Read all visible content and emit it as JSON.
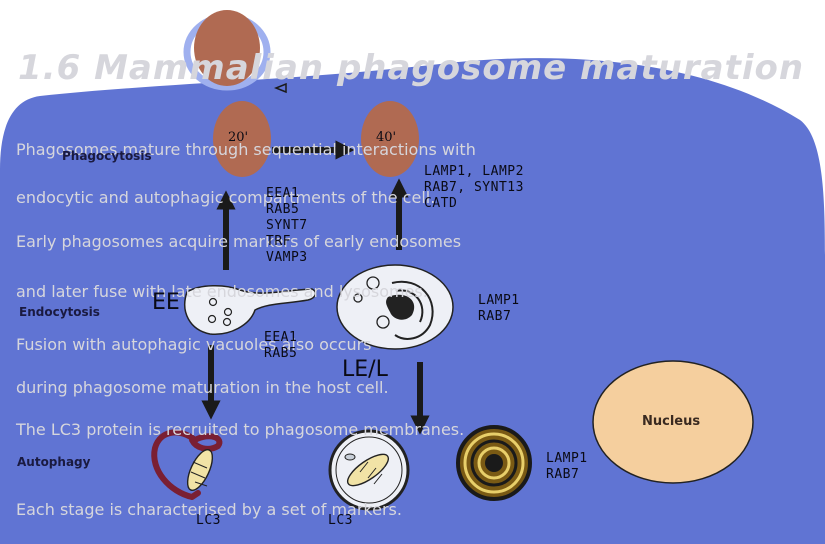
{
  "background_text": {
    "heading": "1.6  Mammalian phagosome maturation",
    "lines": [
      "Phagosomes mature through sequential interactions with",
      "endocytic and autophagic compartments of the cell.",
      "Early phagosomes acquire markers of early endosomes",
      "and later fuse with late endosomes and lysosomes.",
      "Fusion with autophagic vacuoles also occurs",
      "during phagosome maturation in the host cell.",
      "The LC3 protein is recruited to phagosome membranes.",
      "Each stage is characterised by a set of markers."
    ]
  },
  "diagram": {
    "processes": {
      "phagocytosis": "Phagocytosis",
      "endocytosis": "Endocytosis",
      "autophagy": "Autophagy"
    },
    "phagosome_early_time": "20'",
    "phagosome_late_time": "40'",
    "early_phagosome_markers": [
      "EEA1",
      "RAB5",
      "SYNT7",
      "TRF",
      "VAMP3"
    ],
    "late_phagosome_markers": [
      "LAMP1, LAMP2",
      "RAB7, SYNT13",
      "CATD"
    ],
    "ee_label": "EE",
    "ee_markers": [
      "EEA1",
      "RAB5"
    ],
    "lel_label": "LE/L",
    "lel_markers": [
      "LAMP1",
      "RAB7"
    ],
    "autolysosome_markers": [
      "LAMP1",
      "RAB7"
    ],
    "lc3_label_left": "LC3",
    "lc3_label_right": "LC3",
    "nucleus_label": "Nucleus"
  },
  "colors": {
    "cell": "#5b6fd2",
    "phagosome": "#b06a52",
    "nucleus": "#f5cf9e",
    "membrane_ring": "#9fb0ef",
    "arrow": "#1a1a1a"
  }
}
